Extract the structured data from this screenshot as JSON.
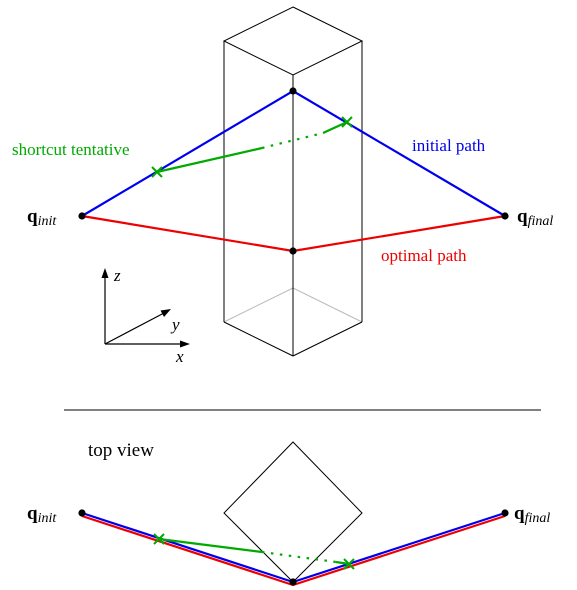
{
  "colors": {
    "initial_path": "#0000ee",
    "optimal_path": "#ee0000",
    "shortcut": "#00aa00",
    "box": "#000000",
    "box_hidden": "#bbbbbb"
  },
  "labels": {
    "q_init_main": "q",
    "q_init_sub": "init",
    "q_final_main": "q",
    "q_final_sub": "final",
    "shortcut_tentative": "shortcut tentative",
    "initial_path": "initial path",
    "optimal_path": "optimal path",
    "axis_x": "x",
    "axis_y": "y",
    "axis_z": "z",
    "top_view": "top view",
    "top_q_init_main": "q",
    "top_q_init_sub": "init",
    "top_q_final_main": "q",
    "top_q_final_sub": "final"
  }
}
